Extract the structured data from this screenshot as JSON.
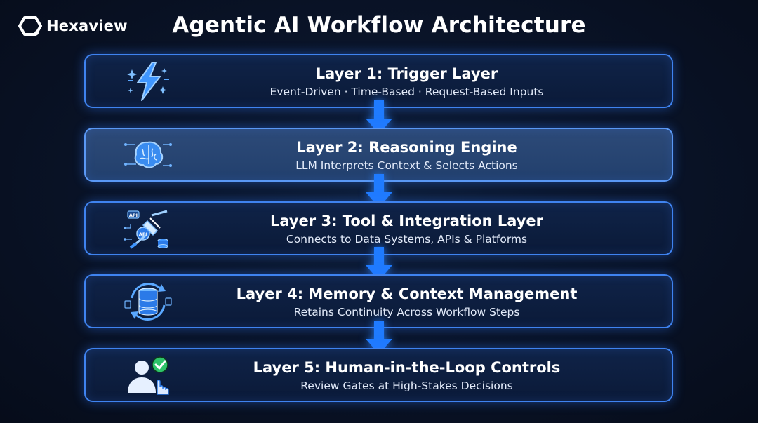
{
  "brand": {
    "name": "Hexaview",
    "icon": "hexagon-logo-icon"
  },
  "title": "Agentic AI Workflow Architecture",
  "colors": {
    "background": "#0a1429",
    "border": "#3f83f0",
    "arrow": "#1f7bff",
    "highlight_panel": "#2d4a78"
  },
  "layers": [
    {
      "title": "Layer 1: Trigger Layer",
      "subtitle": "Event-Driven · Time-Based · Request-Based Inputs",
      "icon": "lightning-bolt-icon"
    },
    {
      "title": "Layer 2: Reasoning Engine",
      "subtitle": "LLM Interprets Context & Selects Actions",
      "icon": "brain-circuit-icon"
    },
    {
      "title": "Layer 3: Tool & Integration Layer",
      "subtitle": "Connects to Data Systems, APIs & Platforms",
      "icon": "api-plug-icon"
    },
    {
      "title": "Layer 4: Memory & Context Management",
      "subtitle": "Retains Continuity Across Workflow Steps",
      "icon": "database-sync-icon"
    },
    {
      "title": "Layer 5: Human-in-the-Loop Controls",
      "subtitle": "Review Gates at High-Stakes Decisions",
      "icon": "user-approval-icon"
    }
  ]
}
